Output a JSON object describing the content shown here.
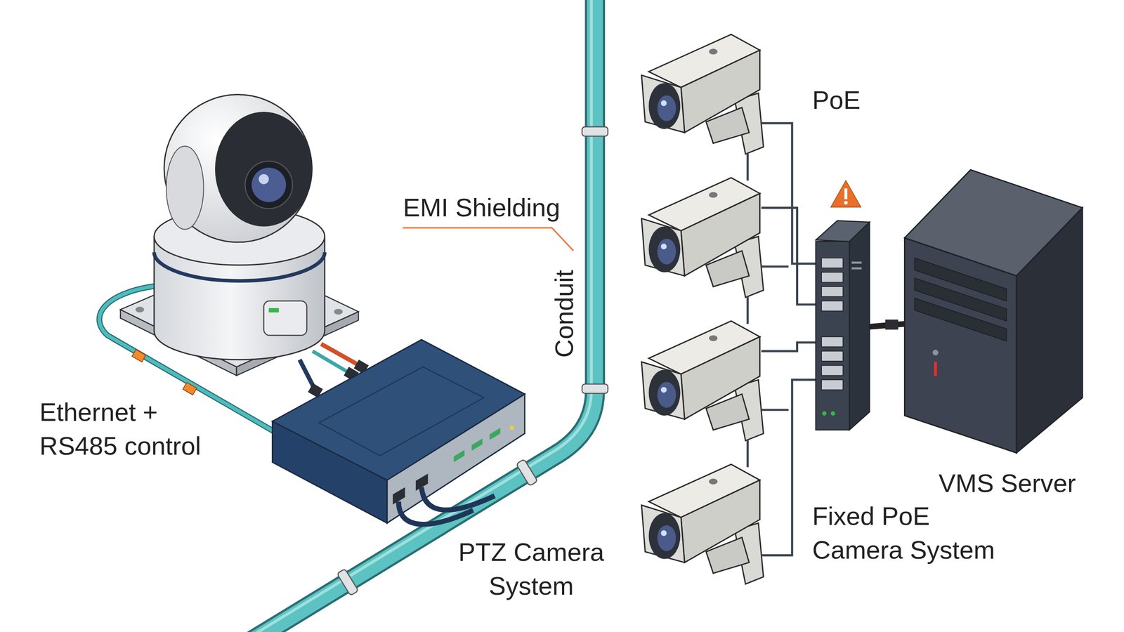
{
  "diagram": {
    "labels": [
      "PoE",
      "EMI Shielding",
      "Conduit",
      "Ethernet + RS485 control",
      "VMS Server",
      "Fixed PoE Camera System",
      "PTZ Camera System"
    ]
  }
}
